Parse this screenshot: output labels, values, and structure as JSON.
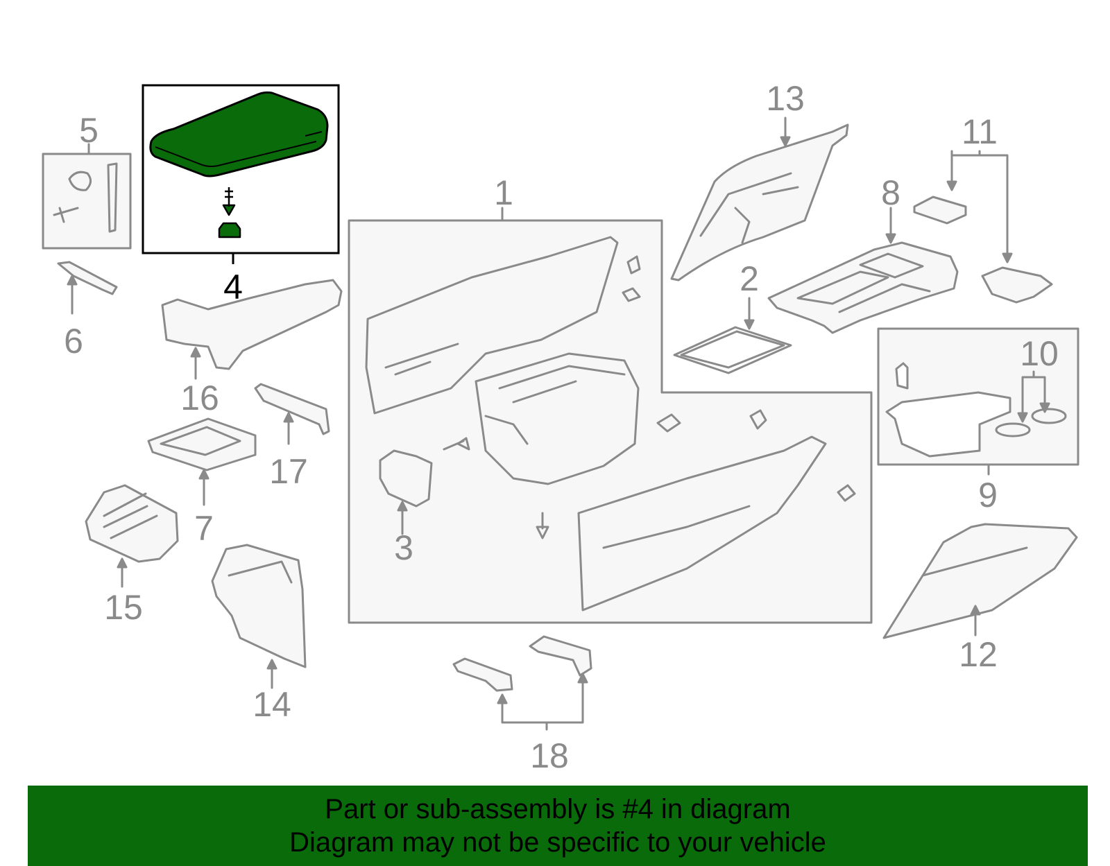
{
  "diagram": {
    "highlighted_part": "4",
    "highlight_color": "#0a6b0a",
    "line_color": "#8a8a8a",
    "callouts": [
      "1",
      "2",
      "3",
      "4",
      "5",
      "6",
      "7",
      "8",
      "9",
      "10",
      "11",
      "12",
      "13",
      "14",
      "15",
      "16",
      "17",
      "18"
    ]
  },
  "banner": {
    "line1": "Part or sub-assembly is #4 in diagram",
    "line2": "Diagram may not be specific to your vehicle",
    "background": "#0a6b0a"
  }
}
